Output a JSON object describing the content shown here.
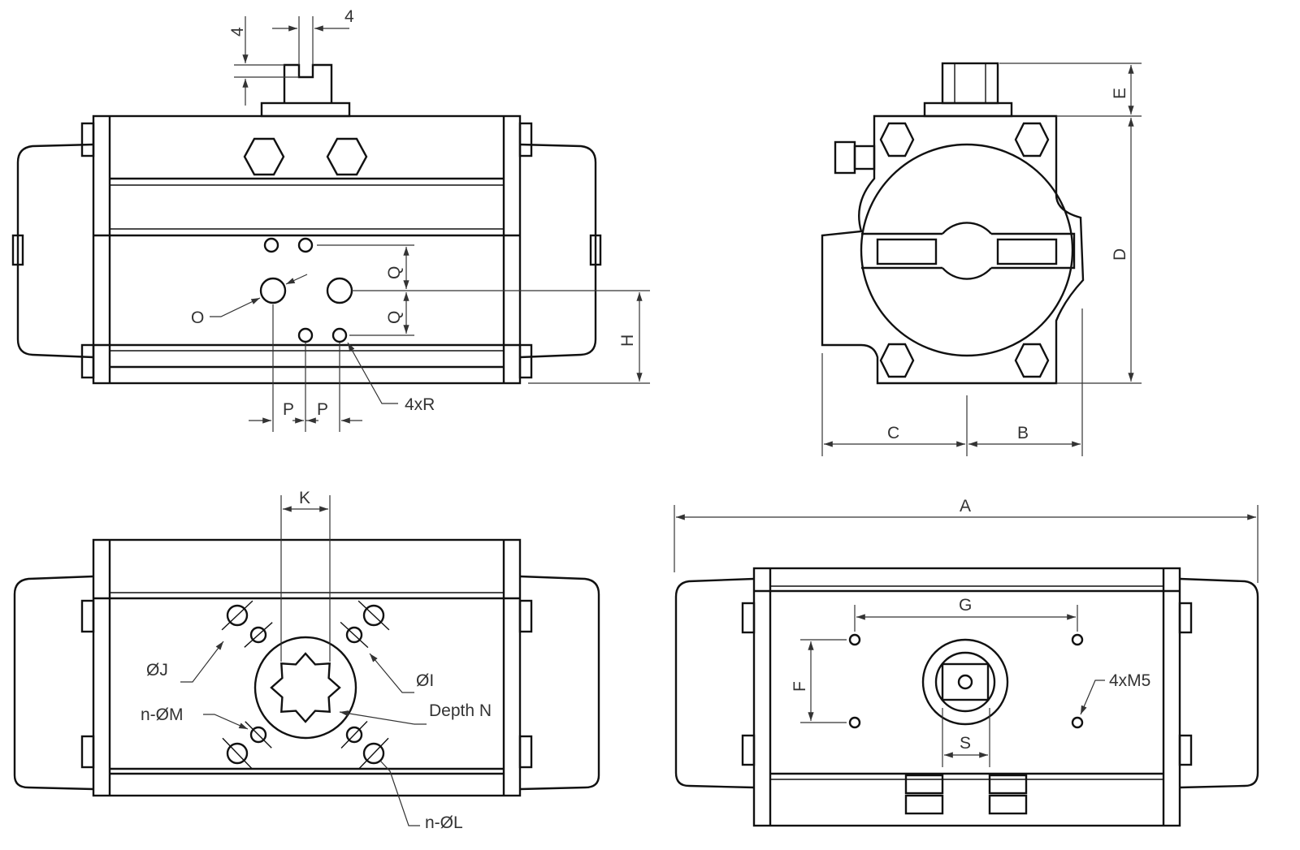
{
  "front_view": {
    "dim_slot_depth": "4",
    "dim_slot_width": "4",
    "dim_q_upper": "Q",
    "dim_q_lower": "Q",
    "label_o": "O",
    "dim_h": "H",
    "dim_p_left": "P",
    "dim_p_right": "P",
    "label_r": "4xR"
  },
  "side_view": {
    "dim_e": "E",
    "dim_d": "D",
    "dim_c": "C",
    "dim_b": "B"
  },
  "bottom_view": {
    "dim_k": "K",
    "label_j": "ØJ",
    "label_i": "ØI",
    "label_m": "n-ØM",
    "label_depth": "Depth N",
    "label_l": "n-ØL"
  },
  "top_view": {
    "dim_a": "A",
    "dim_g": "G",
    "dim_f": "F",
    "label_m5": "4xM5",
    "dim_s": "S"
  },
  "colors": {
    "line": "#111111",
    "dimension": "#333333",
    "background": "#ffffff"
  }
}
